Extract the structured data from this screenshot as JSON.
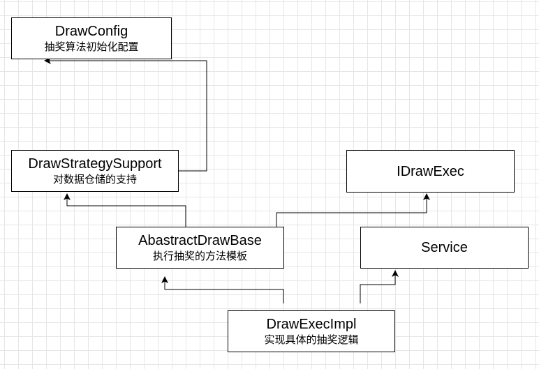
{
  "nodes": {
    "draw_config": {
      "name": "DrawConfig",
      "desc": "抽奖算法初始化配置"
    },
    "draw_strategy_support": {
      "name": "DrawStrategySupport",
      "desc": "对数据仓储的支持"
    },
    "idraw_exec": {
      "name": "IDrawExec"
    },
    "abstract_draw_base": {
      "name": "AbastractDrawBase",
      "desc": "执行抽奖的方法模板"
    },
    "service": {
      "name": "Service"
    },
    "draw_exec_impl": {
      "name": "DrawExecImpl",
      "desc": "实现具体的抽奖逻辑"
    }
  },
  "edges": [
    {
      "from": "DrawStrategySupport",
      "to": "DrawConfig"
    },
    {
      "from": "AbastractDrawBase",
      "to": "DrawStrategySupport"
    },
    {
      "from": "AbastractDrawBase",
      "to": "IDrawExec"
    },
    {
      "from": "DrawExecImpl",
      "to": "AbastractDrawBase"
    },
    {
      "from": "DrawExecImpl",
      "to": "Service"
    }
  ],
  "colors": {
    "line": "#000000",
    "box_border": "#000000",
    "grid": "#e6e6e6",
    "background": "#ffffff"
  }
}
